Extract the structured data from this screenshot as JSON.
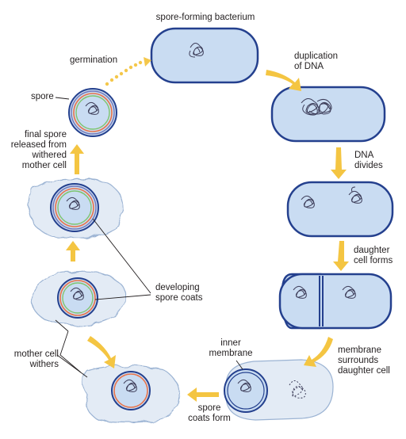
{
  "labels": {
    "spore_forming_bacterium": "spore-forming bacterium",
    "duplication": [
      "duplication",
      "of DNA"
    ],
    "dna_divides": [
      "DNA",
      "divides"
    ],
    "daughter_forms": [
      "daughter",
      "cell forms"
    ],
    "membrane_surrounds": [
      "membrane",
      "surrounds",
      "daughter cell"
    ],
    "inner_membrane": [
      "inner",
      "membrane"
    ],
    "coats_form": [
      "spore",
      "coats form"
    ],
    "mother_withers": [
      "mother cell",
      "withers"
    ],
    "developing_coats": [
      "developing",
      "spore coats"
    ],
    "final_spore": [
      "final spore",
      "released from",
      "withered",
      "mother cell"
    ],
    "spore": "spore",
    "germination": "germination"
  },
  "colors": {
    "cell_fill": "#c9dcf2",
    "cell_stroke": "#24408e",
    "mother_fill": "#e3ebf5",
    "arrow": "#f4c542",
    "dna": "#3c3c58",
    "coat_orange": "#e8734a",
    "coat_green": "#7fc46f",
    "coat_blue": "#6f75b8",
    "line": "#231f20"
  }
}
